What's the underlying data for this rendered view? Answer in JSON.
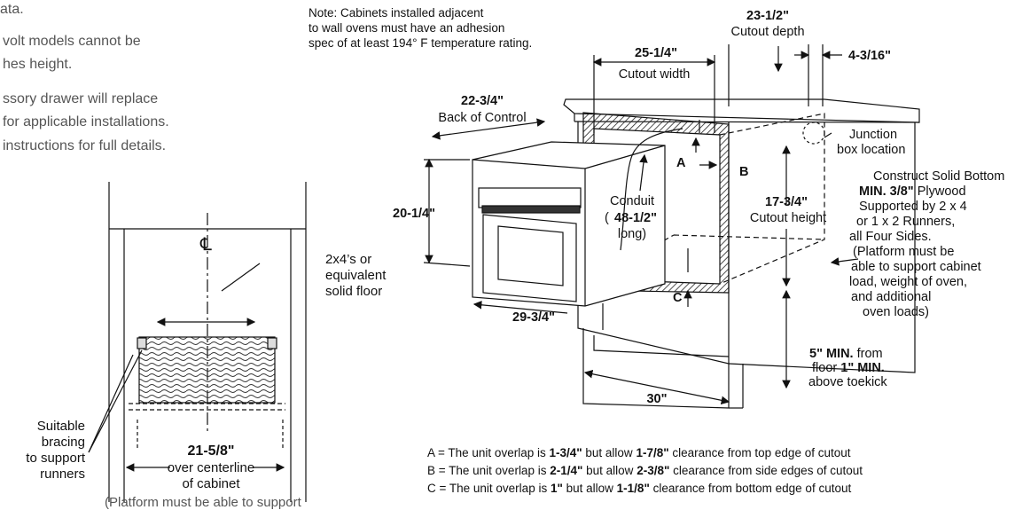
{
  "side_text": {
    "line1": "ata.",
    "line2": "volt models cannot be",
    "line3": "hes height.",
    "line4": "ssory drawer will replace",
    "line5": "for applicable installations.",
    "line6": "instructions for full details."
  },
  "left_figure": {
    "centerline_symbol": "℄",
    "floor_label_1": "2x4’s or",
    "floor_label_2": "equivalent",
    "floor_label_3": "solid floor",
    "bracing_1": "Suitable",
    "bracing_2": "bracing",
    "bracing_3": "to support",
    "bracing_4": "runners",
    "width_value": "21-5/8\"",
    "width_caption_1": "over centerline",
    "width_caption_2": "of cabinet",
    "footnote": "(Platform must be able to support"
  },
  "right_figure": {
    "note_1": "Note: Cabinets installed adjacent",
    "note_2": "to wall ovens must have an adhesion",
    "note_3": "spec of at least 194° F temperature rating.",
    "cutout_width_value": "25-1/4\"",
    "cutout_width_label": "Cutout width",
    "cutout_depth_value": "23-1/2\"",
    "cutout_depth_label": "Cutout depth",
    "side_gap_value": "4-3/16\"",
    "back_control_value": "22-3/4\"",
    "back_control_label": "Back of Control",
    "junction_1": "Junction",
    "junction_2": "box location",
    "marker_a": "A",
    "marker_b": "B",
    "marker_c": "C",
    "conduit_1": "Conduit",
    "conduit_value": "48-1/2\"",
    "conduit_3": "long)",
    "oven_height_value": "20-1/4\"",
    "cutout_height_value": "17-3/4\"",
    "cutout_height_label": "Cutout height",
    "oven_depth_value": "29-3/4\"",
    "cabinet_width_value": "30\"",
    "min_floor_value": "5\" MIN.",
    "min_floor_text": "from",
    "min_floor_text2": "floor",
    "min_toekick_value": "1\" MIN.",
    "min_toekick_text": "above toekick",
    "construct_1": "Construct Solid Bottom",
    "construct_2_bold": "MIN. 3/8\"",
    "construct_2_rest": "Plywood",
    "construct_3": "Supported by 2 x 4",
    "construct_4": "or 1 x 2 Runners,",
    "construct_5": "all Four Sides.",
    "construct_6": "(Platform must be",
    "construct_7": "able to support cabinet",
    "construct_8": "load, weight of oven,",
    "construct_9": "and additional",
    "construct_10": "oven loads)"
  },
  "legend": [
    {
      "prefix": "A = The unit overlap is ",
      "overlap": "1-3/4\"",
      "mid": " but allow ",
      "clearance": "1-7/8\"",
      "suffix": " clearance from top edge of cutout"
    },
    {
      "prefix": "B = The unit overlap is ",
      "overlap": "2-1/4\"",
      "mid": " but allow ",
      "clearance": "2-3/8\"",
      "suffix": " clearance from side edges of cutout"
    },
    {
      "prefix": "C = The unit overlap is ",
      "overlap": "1\"",
      "mid": " but allow ",
      "clearance": "1-1/8\"",
      "suffix": " clearance from bottom edge of cutout"
    }
  ]
}
